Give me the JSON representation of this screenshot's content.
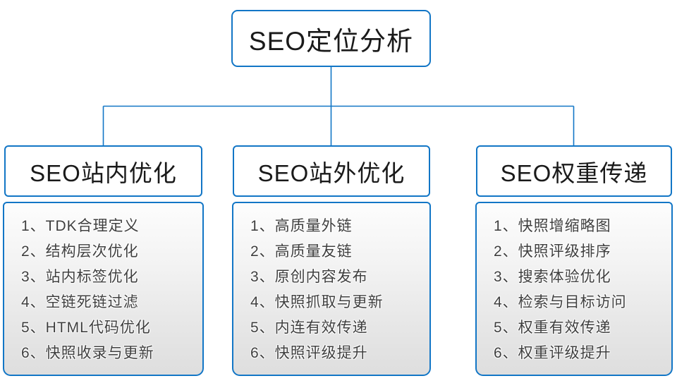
{
  "colors": {
    "accent": "#1276c6",
    "node_fill": "#ffffff",
    "panel_top": "#fdfdfd",
    "panel_bottom": "#dedede",
    "title_text": "#1a1a1a",
    "item_text": "#3f3f3f"
  },
  "root": {
    "title": "SEO定位分析"
  },
  "columns": [
    {
      "title": "SEO站内优化",
      "items": [
        "1、TDK合理定义",
        "2、结构层次优化",
        "3、站内标签优化",
        "4、空链死链过滤",
        "5、HTML代码优化",
        "6、快照收录与更新"
      ]
    },
    {
      "title": "SEO站外优化",
      "items": [
        "1、高质量外链",
        "2、高质量友链",
        "3、原创内容发布",
        "4、快照抓取与更新",
        "5、内连有效传递",
        "6、快照评级提升"
      ]
    },
    {
      "title": "SEO权重传递",
      "items": [
        "1、快照增缩略图",
        "2、快照评级排序",
        "3、搜索体验优化",
        "4、检索与目标访问",
        "5、权重有效传递",
        "6、权重评级提升"
      ]
    }
  ]
}
